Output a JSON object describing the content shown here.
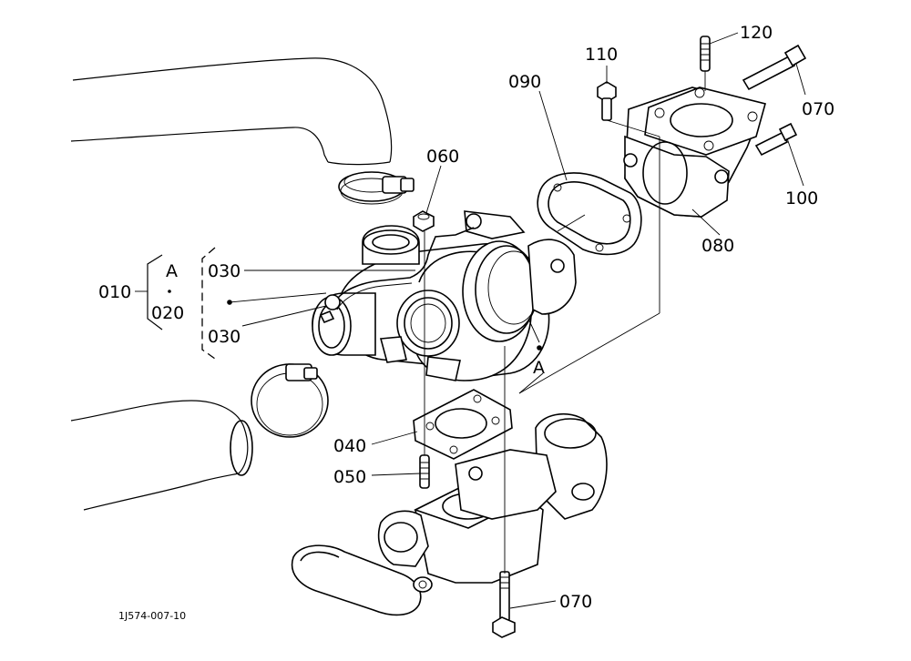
{
  "diagram": {
    "drawing_code": "1J574-007-10",
    "callouts": {
      "p120": "120",
      "p110": "110",
      "p090": "090",
      "p070_top": "070",
      "p060": "060",
      "p100": "100",
      "p080": "080",
      "p010": "010",
      "p020": "020",
      "p030_upper": "030",
      "p030_lower": "030",
      "p040": "040",
      "p050": "050",
      "p070_bottom": "070",
      "sub_a_group": "A",
      "sub_a_turbo": "A"
    }
  }
}
